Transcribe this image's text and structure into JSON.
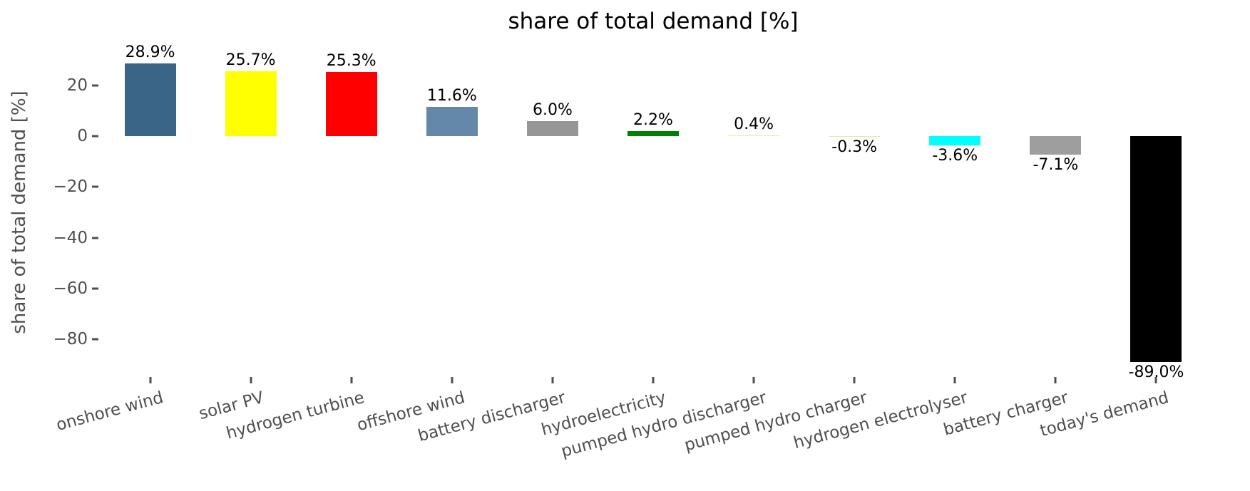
{
  "title": "share of total demand [%]",
  "ylabel": "share of total demand [%]",
  "chart_data": {
    "type": "bar",
    "title": "share of total demand [%]",
    "xlabel": "",
    "ylabel": "share of total demand [%]",
    "categories": [
      "onshore wind",
      "solar PV",
      "hydrogen turbine",
      "offshore wind",
      "battery discharger",
      "hydroelectricity",
      "pumped hydro discharger",
      "pumped hydro charger",
      "hydrogen electrolyser",
      "battery charger",
      "today's demand"
    ],
    "values": [
      28.9,
      25.7,
      25.3,
      11.6,
      6.0,
      2.2,
      0.4,
      -0.3,
      -3.6,
      -7.1,
      -89.0
    ],
    "bar_labels": [
      "28.9%",
      "25.7%",
      "25.3%",
      "11.6%",
      "6.0%",
      "2.2%",
      "0.4%",
      "-0.3%",
      "-3.6%",
      "-7.1%",
      "-89.0%"
    ],
    "bar_colors": [
      "#3B6587",
      "#FFFF00",
      "#FF0000",
      "#6489A8",
      "#969696",
      "#008000",
      "#D9F0A8",
      "#D9F0A8",
      "#00FFFF",
      "#9E9E9E",
      "#000000"
    ],
    "ylim": [
      -95,
      35
    ],
    "yticks": [
      20,
      0,
      -20,
      -40,
      -60,
      -80
    ],
    "ytick_labels": [
      "20",
      "0",
      "−20",
      "−40",
      "−60",
      "−80"
    ],
    "grid": false,
    "legend": "none",
    "axis_text_color": "#4f4f4f",
    "value_label_color": "#000000",
    "background_color": "#ffffff"
  }
}
